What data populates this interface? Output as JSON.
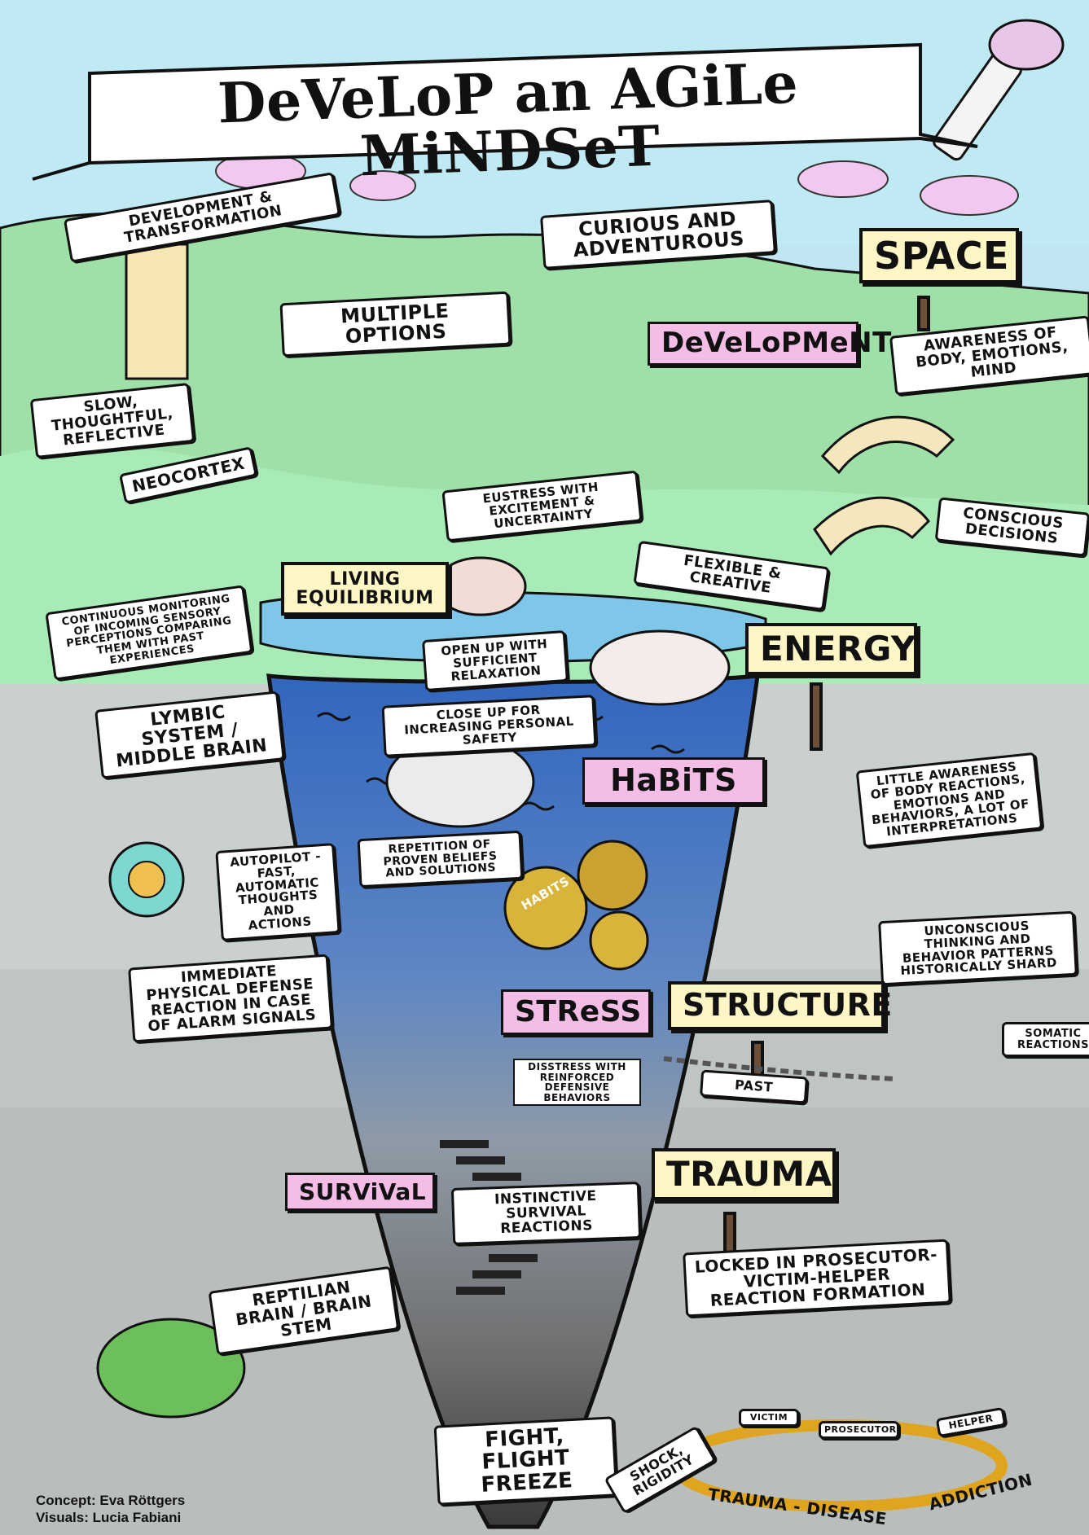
{
  "title": "DeVeLoP an AGiLe MiNDSeT",
  "labels": {
    "development_transformation": "DEVELOPMENT & TRANSFORMATION",
    "curious": "CURIOUS AND ADVENTUROUS",
    "space": "SPACE",
    "multiple_options": "MULTIPLE OPTIONS",
    "development": "DeVeLoPMeNT",
    "awareness": "AWARENESS OF BODY, EMOTIONS, MIND",
    "slow": "SLOW, THOUGHTFUL, REFLECTIVE",
    "neocortex": "NEOCORTEX",
    "eustress": "EUSTRESS WITH EXCITEMENT & UNCERTAINTY",
    "conscious": "CONSCIOUS DECISIONS",
    "flexible": "FLEXIBLE & CREATIVE",
    "living": "LIVING EQUILIBRIUM",
    "continuous": "CONTINUOUS MONITORING OF INCOMING SENSORY PERCEPTIONS COMPARING THEM WITH PAST EXPERIENCES",
    "open_up": "OPEN UP WITH SUFFICIENT RELAXATION",
    "energy": "ENERGY",
    "lymbic": "LYMBIC SYSTEM / MIDDLE BRAIN",
    "close_up": "CLOSE UP FOR INCREASING PERSONAL SAFETY",
    "habits": "HaBiTS",
    "little_awareness": "LITTLE AWARENESS OF BODY REACTIONS, EMOTIONS AND BEHAVIORS, A LOT OF INTERPRETATIONS",
    "repetition": "REPETITION OF PROVEN BELIEFS AND SOLUTIONS",
    "autopilot": "AUTOPILOT - FAST, AUTOMATIC THOUGHTS AND ACTIONS",
    "gear": "HABITS",
    "unconscious": "UNCONSCIOUS THINKING AND BEHAVIOR PATTERNS HISTORICALLY SHARD",
    "immediate": "IMMEDIATE PHYSICAL DEFENSE REACTION IN CASE OF ALARM SIGNALS",
    "stress": "STReSS",
    "structure": "STRUCTURE",
    "somatic": "SOMATIC REACTIONS",
    "distress": "DISSTRESS WITH REINFORCED DEFENSIVE BEHAVIORS",
    "past": "PAST",
    "trauma": "TRAUMA",
    "survival": "SURViVaL",
    "instinctive": "INSTINCTIVE SURVIVAL REACTIONS",
    "locked": "LOCKED IN PROSECUTOR-VICTIM-HELPER REACTION FORMATION",
    "reptilian": "REPTILIAN BRAIN / BRAIN STEM",
    "fight": "FIGHT, FLIGHT FREEZE",
    "shock": "SHOCK, RIGIDITY",
    "victim": "VICTIM",
    "prosecutor": "PROSECUTOR",
    "helper": "HELPER",
    "trauma_disease": "TRAUMA - DISEASE",
    "addiction": "ADDICTION"
  },
  "credits": {
    "concept": "Concept: Eva Röttgers",
    "visuals": "Visuals: Lucia Fabiani"
  },
  "colors": {
    "sky": "#bfe9f3",
    "hills": "#9fe0a8",
    "meadow": "#a9ebb7",
    "water": "#3f73c6",
    "gray_light": "#c9d0cf",
    "gray_dark": "#b9bebd",
    "pink_label": "#f4bde6",
    "yellow_sign": "#fff6c6"
  }
}
